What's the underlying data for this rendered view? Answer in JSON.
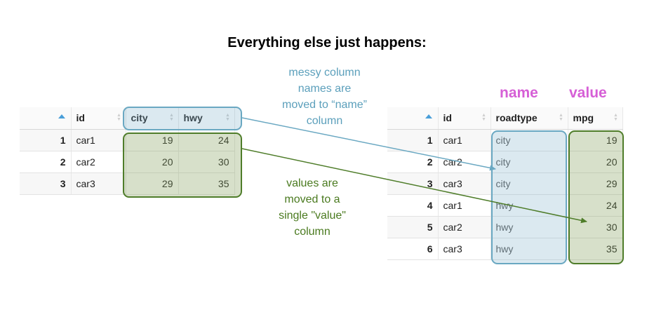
{
  "title": "Everything else just happens:",
  "annotation_names": [
    "messy column",
    "names are",
    "moved to “name”",
    "column"
  ],
  "annotation_values": [
    "values are",
    "moved to a",
    "single \"value\"",
    "column"
  ],
  "header_labels": {
    "name": "name",
    "value": "value"
  },
  "colors": {
    "blue": "#6aa8c2",
    "green": "#4f7d2a",
    "magenta": "#d65fd6"
  },
  "wide_table": {
    "headers": [
      "",
      "id",
      "city",
      "hwy"
    ],
    "rows": [
      {
        "row": "1",
        "id": "car1",
        "city": "19",
        "hwy": "24"
      },
      {
        "row": "2",
        "id": "car2",
        "city": "20",
        "hwy": "30"
      },
      {
        "row": "3",
        "id": "car3",
        "city": "29",
        "hwy": "35"
      }
    ]
  },
  "long_table": {
    "headers": [
      "",
      "id",
      "roadtype",
      "mpg"
    ],
    "rows": [
      {
        "row": "1",
        "id": "car1",
        "roadtype": "city",
        "mpg": "19"
      },
      {
        "row": "2",
        "id": "car2",
        "roadtype": "city",
        "mpg": "20"
      },
      {
        "row": "3",
        "id": "car3",
        "roadtype": "city",
        "mpg": "29"
      },
      {
        "row": "4",
        "id": "car1",
        "roadtype": "hwy",
        "mpg": "24"
      },
      {
        "row": "5",
        "id": "car2",
        "roadtype": "hwy",
        "mpg": "30"
      },
      {
        "row": "6",
        "id": "car3",
        "roadtype": "hwy",
        "mpg": "35"
      }
    ]
  }
}
